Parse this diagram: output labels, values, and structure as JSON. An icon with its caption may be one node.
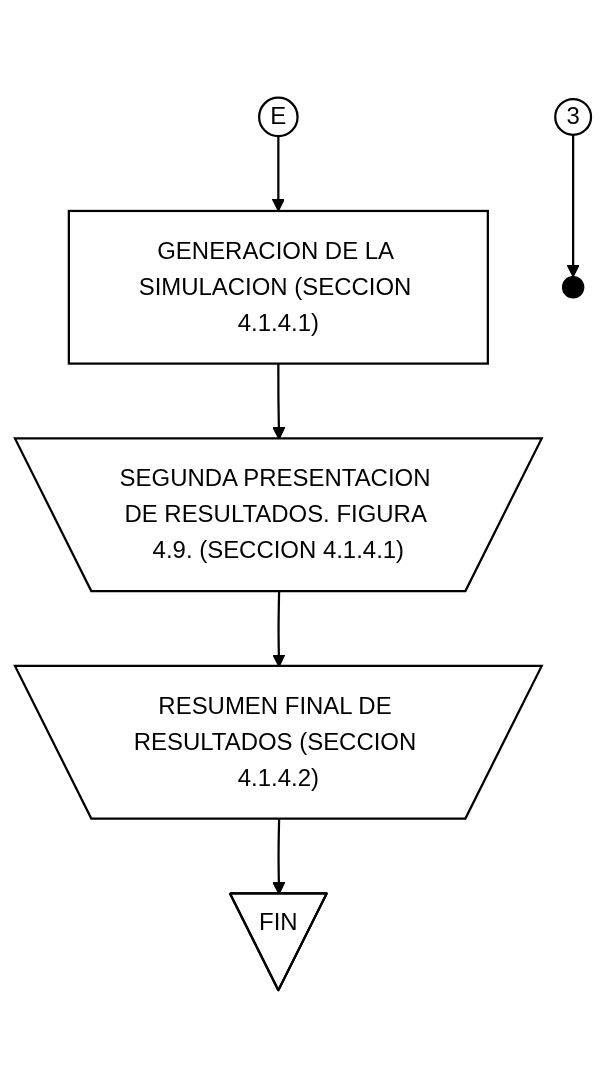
{
  "diagram": {
    "nodes": [
      {
        "text": [
          "E"
        ]
      },
      {
        "text": [
          "GENERACION DE LA SIMULACION (SECCION 4.1.4.1)"
        ]
      },
      {
        "text": [
          "3"
        ]
      },
      {
        "text": [
          "SEGUNDA PRESENTACION DE RESULTADOS. FIGURA 4.9. (SECCION 4.1.4.1)"
        ]
      },
      {
        "text": [
          "RESUMEN FINAL DE RESULTADOS (SECCION 4.1.4.2)"
        ]
      },
      {
        "text": [
          "FIN"
        ]
      }
    ],
    "edges": [
      {
        "from": 0,
        "to": 1,
        "arrow": "to"
      },
      {
        "from": 1,
        "to": 3,
        "arrow": "to"
      },
      {
        "from": 2,
        "to": null,
        "arrow": "to"
      },
      {
        "from": 3,
        "to": 4,
        "arrow": "to"
      },
      {
        "from": 4,
        "to": 5,
        "arrow": "to"
      }
    ]
  }
}
